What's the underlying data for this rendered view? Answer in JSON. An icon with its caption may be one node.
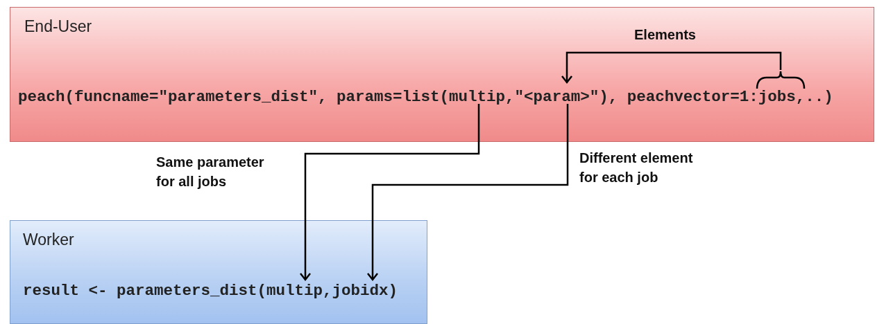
{
  "diagram": {
    "nodes": [
      {
        "text": [
          "End-User",
          "peach(funcname=\"parameters_dist\", params=list(multip,\"<param>\"), peachvector=1:jobs,..)"
        ]
      },
      {
        "text": [
          "Worker",
          "result <- parameters_dist(multip,jobidx)"
        ]
      }
    ],
    "edges": [
      {
        "from": 0,
        "to": 1,
        "arrow": "to",
        "label": "Same parameter for all jobs"
      },
      {
        "from": 0,
        "to": 1,
        "arrow": "to",
        "label": "Different element for each job"
      },
      {
        "from": 0,
        "to": 0,
        "arrow": "to",
        "label": "Elements"
      }
    ]
  }
}
